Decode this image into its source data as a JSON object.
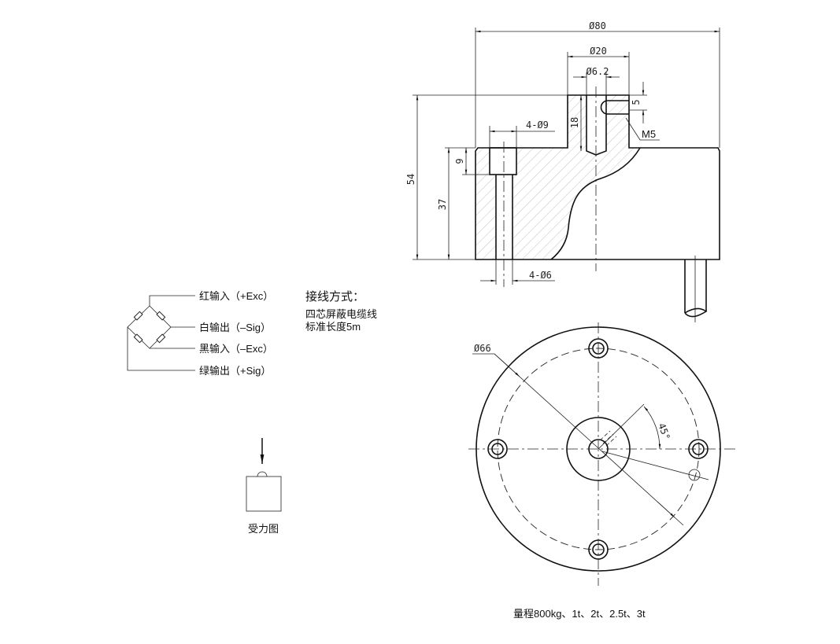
{
  "side_view": {
    "dim_outer_dia": "Ø80",
    "dim_boss_dia": "Ø20",
    "dim_bore_dia": "Ø6.2",
    "dim_thread_depth": "5",
    "dim_thread": "M5",
    "dim_bore_depth": "18",
    "dim_counterbore": "4-Ø9",
    "dim_counterbore_depth": "9",
    "dim_total_height": "54",
    "dim_body_height": "37",
    "dim_through_hole": "4-Ø6"
  },
  "plan_view": {
    "dim_bolt_circle": "Ø66",
    "dim_angle": "45°"
  },
  "wiring": {
    "leads": [
      {
        "label": "红输入（+Exc）"
      },
      {
        "label": "白输出（–Sig）"
      },
      {
        "label": "黑输入（–Exc）"
      },
      {
        "label": "绿输出（+Sig）"
      }
    ],
    "title": "接线方式：",
    "cable": "四芯屏蔽电缆线",
    "length": "标准长度5m"
  },
  "force": {
    "label": "受力图"
  },
  "capacity": "量程800kg、1t、2t、2.5t、3t"
}
